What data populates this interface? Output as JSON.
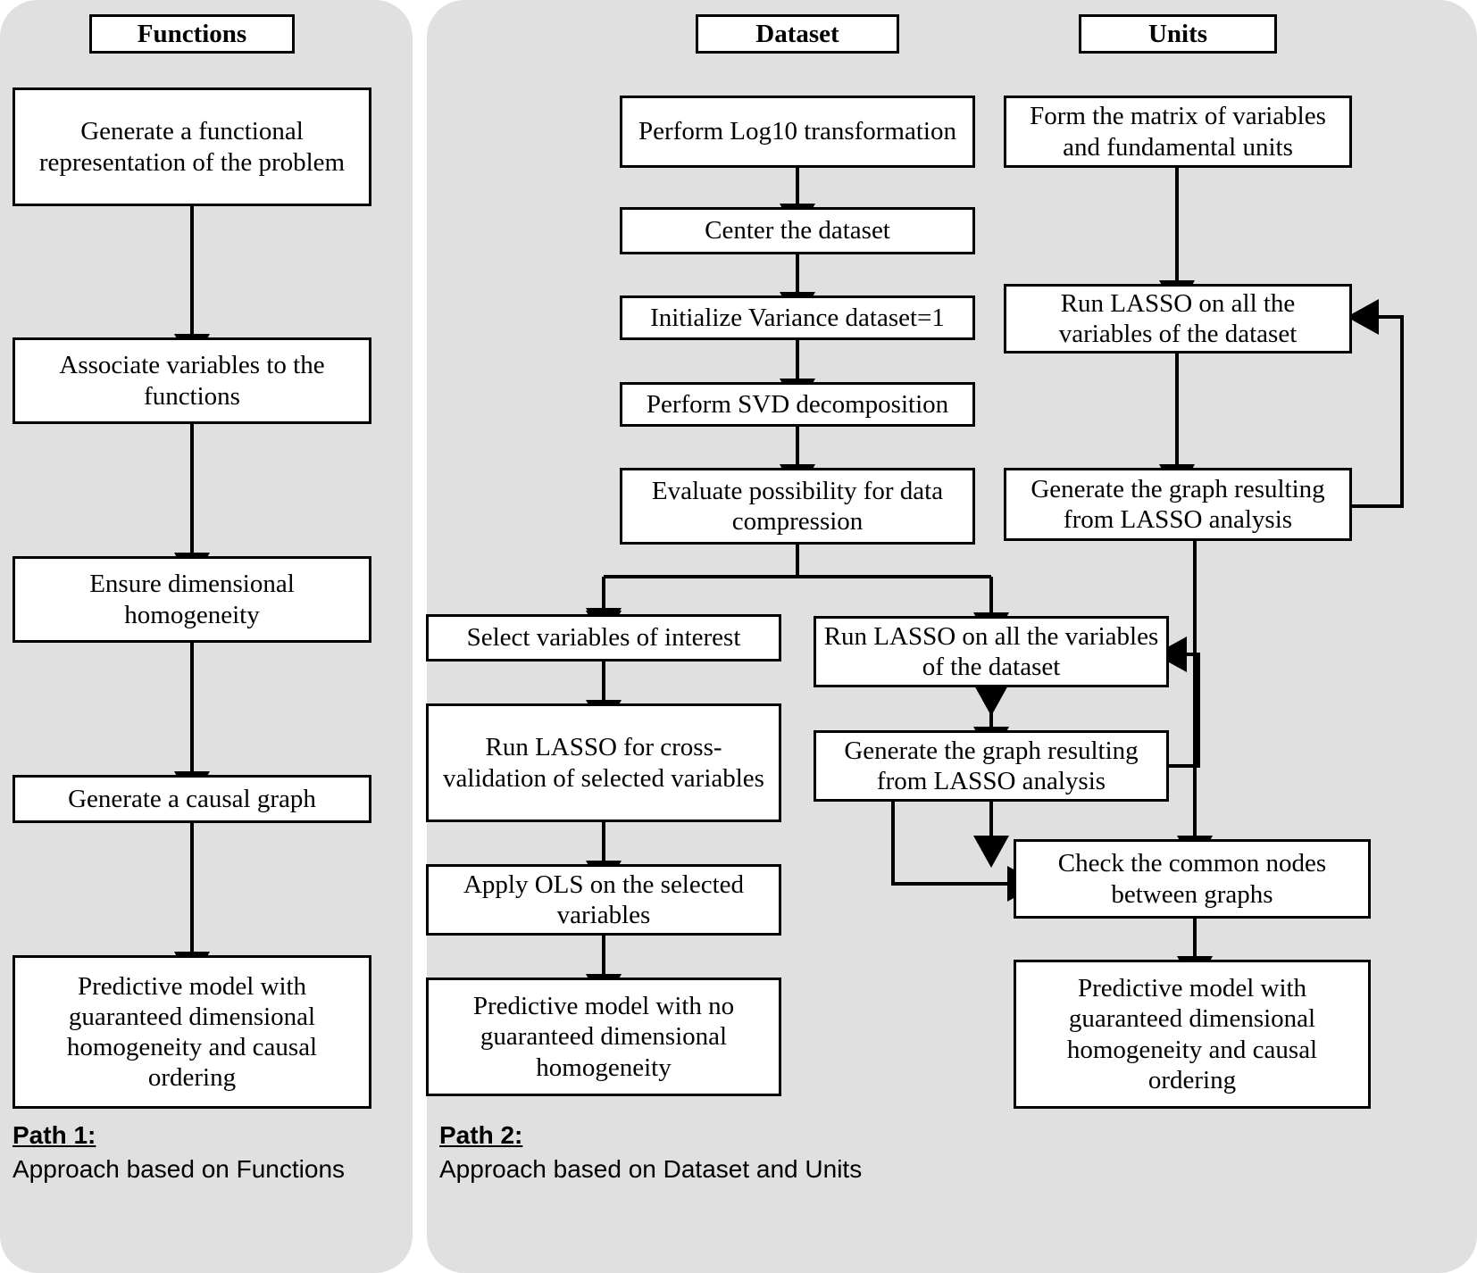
{
  "figure": {
    "type": "flowchart",
    "background": "#e0e0e0",
    "box_fill": "#ffffff",
    "stroke": "#000000"
  },
  "panels": [
    {
      "id": "path1",
      "title": "Path 1:",
      "caption": "Approach based on Functions"
    },
    {
      "id": "path2",
      "title": "Path 2:",
      "caption": "Approach based on Dataset and Units"
    }
  ],
  "headers": [
    {
      "id": "functions",
      "label": "Functions"
    },
    {
      "id": "dataset",
      "label": "Dataset"
    },
    {
      "id": "units",
      "label": "Units"
    }
  ],
  "columns": {
    "functions": [
      "Generate a functional representation of the problem",
      "Associate variables to the functions",
      "Ensure dimensional homogeneity",
      "Generate a causal graph",
      "Predictive model with guaranteed dimensional homogeneity and causal ordering"
    ],
    "dataset": [
      "Perform Log10 transformation",
      "Center the dataset",
      "Initialize Variance dataset=1",
      "Perform SVD decomposition",
      "Evaluate possibility for data compression",
      "Select variables of interest",
      "Run LASSO for cross-validation of selected variables",
      "Apply OLS on the selected variables",
      "Predictive model with no guaranteed dimensional homogeneity"
    ],
    "dataset_branch_right": [
      "Run LASSO on all the variables of the dataset",
      "Generate the graph resulting from LASSO analysis"
    ],
    "units": [
      "Form the matrix of variables and fundamental units",
      "Run LASSO on all the variables of the dataset",
      "Generate the graph resulting from LASSO analysis",
      "Check the common nodes between graphs",
      "Predictive model with guaranteed dimensional homogeneity and causal ordering"
    ]
  },
  "nodes": {
    "f1": "Generate a functional representation of the problem",
    "f2": "Associate variables to the functions",
    "f3": "Ensure dimensional homogeneity",
    "f4": "Generate a causal graph",
    "f5": "Predictive model with guaranteed dimensional homogeneity and causal ordering",
    "d1": "Perform Log10 transformation",
    "d2": "Center the dataset",
    "d3": "Initialize Variance dataset=1",
    "d4": "Perform SVD decomposition",
    "d5": "Evaluate possibility for data compression",
    "d6": "Select variables of interest",
    "d7": "Run LASSO for cross-validation of selected variables",
    "d8": "Apply OLS on the selected variables",
    "d9": "Predictive model with no guaranteed dimensional homogeneity",
    "b1": "Run LASSO on all the variables of the dataset",
    "b2": "Generate the graph resulting from LASSO analysis",
    "u1": "Form the matrix of variables and fundamental units",
    "u2": "Run LASSO on all the variables of the dataset",
    "u3": "Generate the graph resulting from LASSO analysis",
    "u4": "Check the common nodes between graphs",
    "u5": "Predictive model with guaranteed dimensional homogeneity and causal ordering"
  },
  "path1": {
    "title": "Path 1:",
    "caption": "Approach based on Functions"
  },
  "path2": {
    "title": "Path 2:",
    "caption": "Approach based on Dataset and Units"
  }
}
